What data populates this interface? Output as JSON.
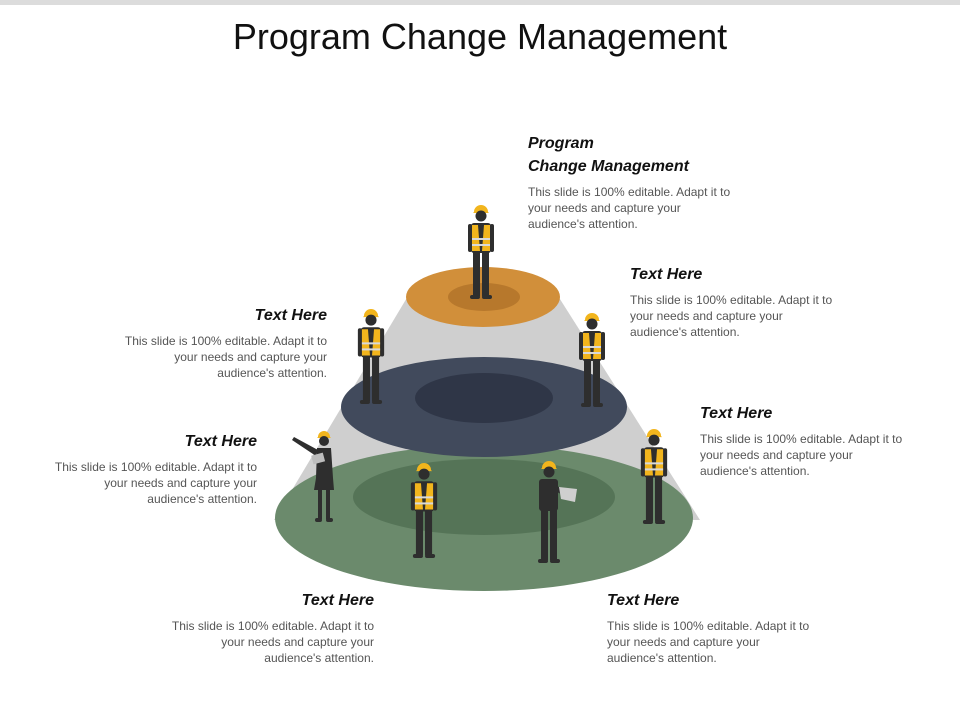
{
  "slide": {
    "title": "Program Change Management"
  },
  "callouts": {
    "top": {
      "heading": "Program\nChange Management",
      "body": "This slide is 100% editable. Adapt it to your needs and capture your audience's attention."
    },
    "upper_right": {
      "heading": "Text Here",
      "body": "This slide is 100% editable. Adapt it to your needs and capture your audience's attention."
    },
    "upper_left": {
      "heading": "Text Here",
      "body": "This slide is 100% editable. Adapt it to your needs and capture your audience's attention."
    },
    "middle_right": {
      "heading": "Text Here",
      "body": "This slide is 100% editable. Adapt it to your needs and capture your audience's attention."
    },
    "middle_left": {
      "heading": "Text Here",
      "body": "This slide is 100% editable. Adapt it to your needs and capture your audience's attention."
    },
    "bottom_left": {
      "heading": "Text Here",
      "body": "This slide is 100% editable. Adapt it to your needs and capture your audience's attention."
    },
    "bottom_right": {
      "heading": "Text Here",
      "body": "This slide is 100% editable. Adapt it to your needs and capture your audience's attention."
    }
  },
  "colors": {
    "tier_top": "#d18f3a",
    "tier_top_inner": "#b7782c",
    "tier_middle": "#414a5c",
    "tier_middle_inner": "#2f3647",
    "tier_bottom": "#6b8a6c",
    "tier_bottom_inner": "#557457",
    "cone": "#cfcfcf",
    "figure": "#2e2e2e",
    "vest": "#f2b51d",
    "helmet": "#f2b51d"
  },
  "icons": [
    "worker-figure-icon",
    "pointing-woman-figure-icon",
    "reading-man-figure-icon"
  ]
}
